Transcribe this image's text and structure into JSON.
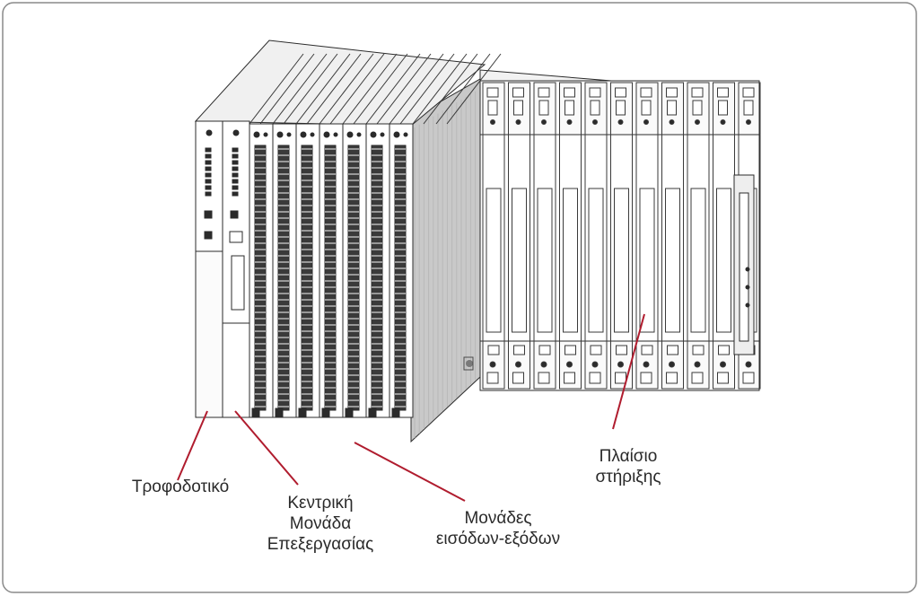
{
  "colors": {
    "leader_line": "#b01c2e",
    "frame_border": "#8a8a8a",
    "drawing_ink": "#2b2b2b",
    "side_panel": "#c9c9c9"
  },
  "labels": {
    "power_supply": "Τροφοδοτικό",
    "cpu": [
      "Κεντρική",
      "Μονάδα",
      "Επεξεργασίας"
    ],
    "io_modules": [
      "Μονάδες",
      "εισόδων-εξόδων"
    ],
    "rack": [
      "Πλαίσιο",
      "στήριξης"
    ]
  }
}
